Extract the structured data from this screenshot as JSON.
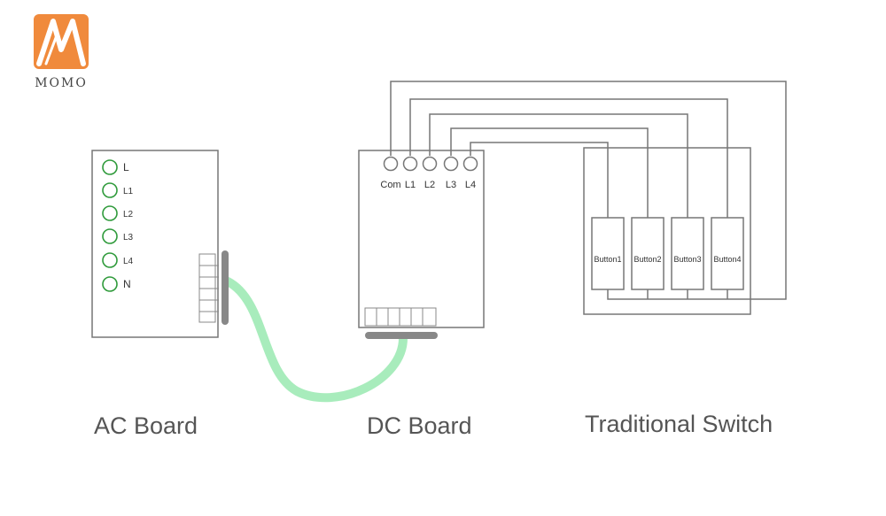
{
  "brand": {
    "logo_name": "MOMO",
    "accent": "#f08a3c"
  },
  "ac_board": {
    "title": "AC Board",
    "terminals": [
      "L",
      "L1",
      "L2",
      "L3",
      "L4",
      "N"
    ],
    "terminal_color": "#2e9a3a"
  },
  "dc_board": {
    "title": "DC Board",
    "terminals": [
      "Com",
      "L1",
      "L2",
      "L3",
      "L4"
    ]
  },
  "traditional_switch": {
    "title": "Traditional Switch",
    "buttons": [
      "Button1",
      "Button2",
      "Button3",
      "Button4"
    ]
  },
  "colors": {
    "cable": "#a8ecbc",
    "line": "#777777",
    "connector": "#888888"
  }
}
